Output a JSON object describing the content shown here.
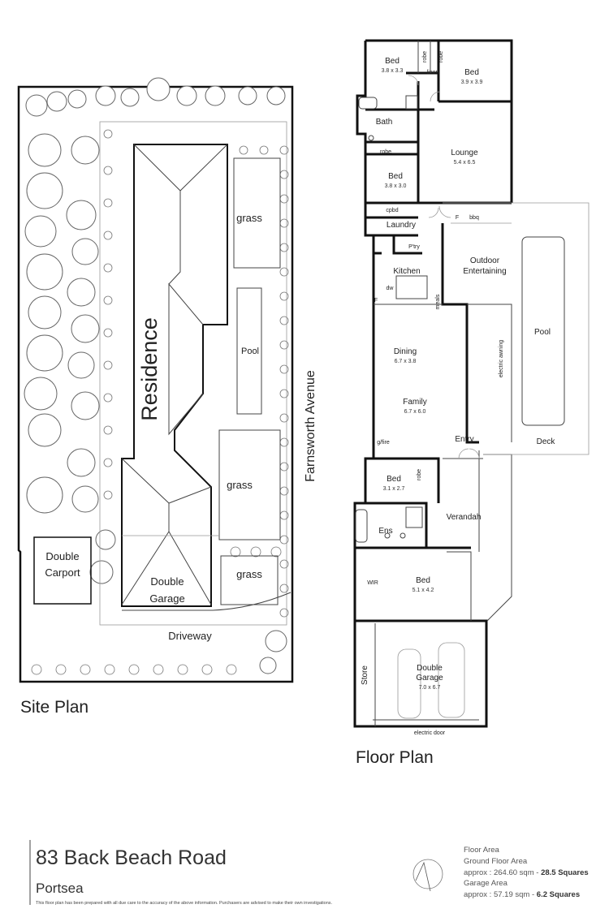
{
  "site_plan": {
    "title": "Site Plan",
    "labels": {
      "residence": "Residence",
      "grass": "grass",
      "pool": "Pool",
      "double": "Double",
      "garage": "Garage",
      "carport": "Carport",
      "driveway": "Driveway",
      "street": "Farnsworth Avenue"
    }
  },
  "floor_plan": {
    "title": "Floor Plan",
    "rooms": {
      "bed1": {
        "name": "Bed",
        "dims": "3.8 x 3.3"
      },
      "bed2": {
        "name": "Bed",
        "dims": "3.9 x 3.9"
      },
      "bed3": {
        "name": "Bed",
        "dims": "3.8 x 3.0"
      },
      "bed4": {
        "name": "Bed",
        "dims": "3.1 x 2.7"
      },
      "bed5": {
        "name": "Bed",
        "dims": "5.1 x 4.2"
      },
      "lounge": {
        "name": "Lounge",
        "dims": "5.4 x 6.5"
      },
      "dining": {
        "name": "Dining",
        "dims": "6.7 x 3.8"
      },
      "family": {
        "name": "Family",
        "dims": "6.7 x 6.0"
      },
      "garage": {
        "name_1": "Double",
        "name_2": "Garage",
        "dims": "7.0 x 6.7"
      },
      "bath": "Bath",
      "laundry": "Laundry",
      "kitchen": "Kitchen",
      "outdoor_1": "Outdoor",
      "outdoor_2": "Entertaining",
      "pool": "Pool",
      "deck": "Deck",
      "entry": "Entry",
      "verandah": "Verandah",
      "ens": "Ens",
      "wir": "WIR",
      "store": "Store"
    },
    "annotations": {
      "robe": "robe",
      "linen": "linen",
      "cpbd": "cpbd",
      "bbq": "bbq",
      "f": "F",
      "ptry": "P'try",
      "dw": "dw",
      "meals": "meals",
      "gfire": "g/fire",
      "awning": "electric awning",
      "electric_door": "electric door"
    }
  },
  "footer": {
    "address": "83 Back Beach Road",
    "suburb": "Portsea",
    "disclaimer": "This floor plan has been prepared with all due care to the accuracy of the above information. Purchasers are advised to make their own investigations.",
    "floor_area_heading": "Floor Area",
    "ground_label": "Ground Floor Area",
    "ground_value_prefix": "approx : 264.60 sqm - ",
    "ground_value_squares": "28.5 Squares",
    "garage_label": "Garage Area",
    "garage_value_prefix": "approx : 57.19 sqm - ",
    "garage_value_squares": "6.2 Squares"
  }
}
